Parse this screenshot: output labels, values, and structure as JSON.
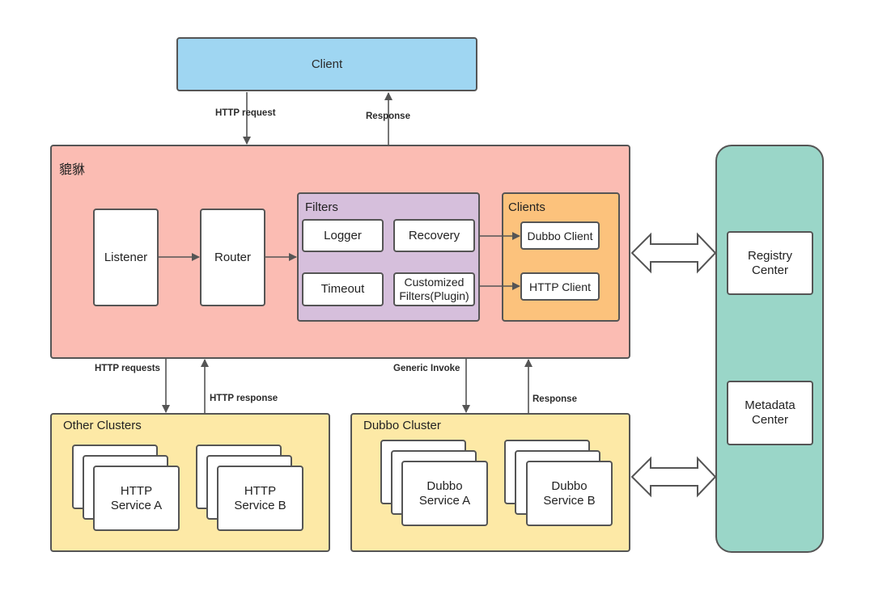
{
  "client": "Client",
  "gateway": {
    "name": "貔貅",
    "listener": "Listener",
    "router": "Router",
    "filters": {
      "title": "Filters",
      "logger": "Logger",
      "recovery": "Recovery",
      "timeout": "Timeout",
      "customized_line1": "Customized",
      "customized_line2": "Filters(Plugin)"
    },
    "clients": {
      "title": "Clients",
      "dubbo_client": "Dubbo Client",
      "http_client": "HTTP Client"
    }
  },
  "edges": {
    "http_request": "HTTP request",
    "response_top": "Response",
    "http_requests": "HTTP requests",
    "http_response": "HTTP response",
    "generic_invoke": "Generic Invoke",
    "response_bottom": "Response"
  },
  "other_clusters": {
    "title": "Other Clusters",
    "service_a_line1": "HTTP",
    "service_a_line2": "Service A",
    "service_b_line1": "HTTP",
    "service_b_line2": "Service B"
  },
  "dubbo_cluster": {
    "title": "Dubbo Cluster",
    "service_a_line1": "Dubbo",
    "service_a_line2": "Service A",
    "service_b_line1": "Dubbo",
    "service_b_line2": "Service B"
  },
  "registry": {
    "registry_line1": "Registry",
    "registry_line2": "Center",
    "metadata_line1": "Metadata",
    "metadata_line2": "Center"
  },
  "colors": {
    "client": "#9fd6f2",
    "gateway": "#fbbcb3",
    "filters": "#d6bfdc",
    "clients": "#fcc27c",
    "cluster": "#fde9a6",
    "registry": "#9ad6c8"
  }
}
